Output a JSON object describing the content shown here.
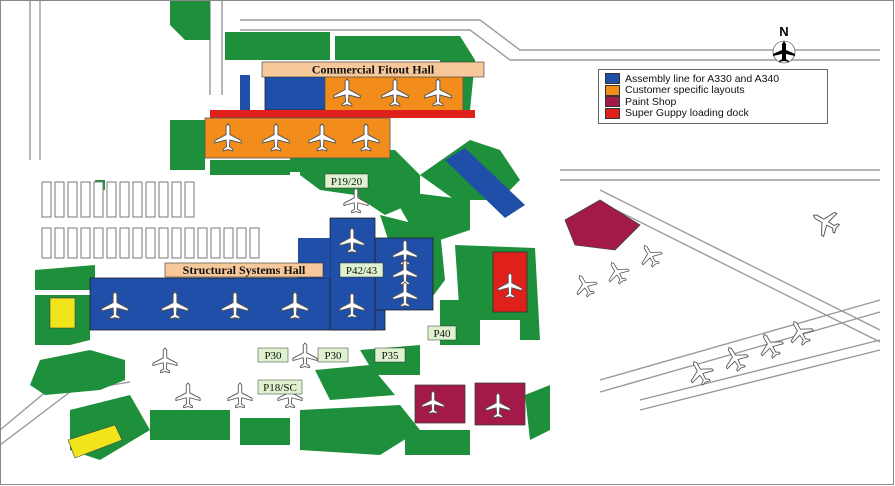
{
  "halls": {
    "commercial_fitout": "Commercial Fitout Hall",
    "structural_systems": "Structural Systems Hall"
  },
  "positions": {
    "p19_20": "P19/20",
    "p42_43": "P42/43",
    "p40": "P40",
    "p30_a": "P30",
    "p30_b": "P30",
    "p35": "P35",
    "p18_sc": "P18/SC"
  },
  "legend": {
    "items": [
      {
        "label": "Assembly line for A330 and A340",
        "color": "#1f4fa8"
      },
      {
        "label": "Customer specific layouts",
        "color": "#f28c1b"
      },
      {
        "label": "Paint Shop",
        "color": "#a3194a"
      },
      {
        "label": "Super Guppy loading dock",
        "color": "#e0201b"
      }
    ]
  },
  "compass": {
    "label": "N",
    "icon": "airplane-north-icon"
  },
  "colors": {
    "grass": "#1e8f3a",
    "assembly": "#1f4fa8",
    "customer": "#f28c1b",
    "paint": "#a3194a",
    "guppy": "#e0201b",
    "apron": "#ffffff",
    "yellow": "#f2e41b"
  }
}
